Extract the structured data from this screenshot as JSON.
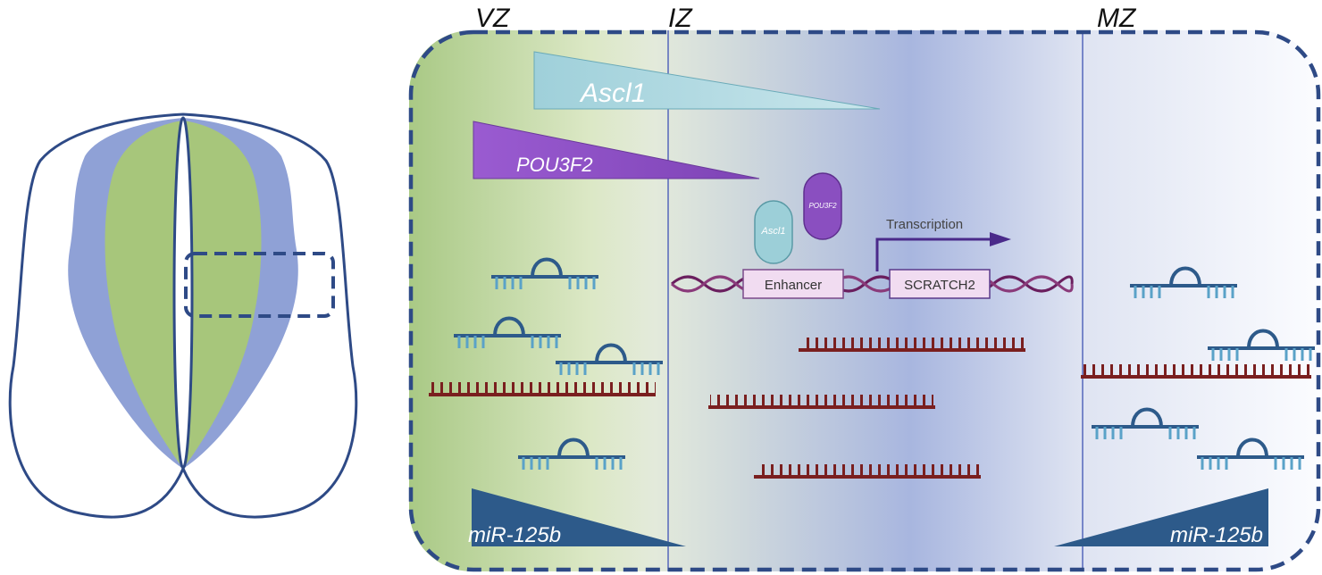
{
  "zones": {
    "vz": "VZ",
    "iz": "IZ",
    "mz": "MZ"
  },
  "gradients": {
    "ascl1": "Ascl1",
    "pou3f2": "POU3F2",
    "mir_left": "miR-125b",
    "mir_right": "miR-125b"
  },
  "factors": {
    "ascl1": "Ascl1",
    "pou3f2": "POU3F2"
  },
  "gene": {
    "enhancer": "Enhancer",
    "target": "SCRATCH2",
    "transcription": "Transcription"
  },
  "colors": {
    "outline": "#2e4a86",
    "vz_green": "#a7c67b",
    "iz_blue": "#8fa1d6",
    "ascl1": "#9ccfd8",
    "pou3f2": "#8a4fc0",
    "mirna": "#2d5a8a",
    "mrna": "#7a1f1f",
    "dna": "#6a1e5e"
  }
}
